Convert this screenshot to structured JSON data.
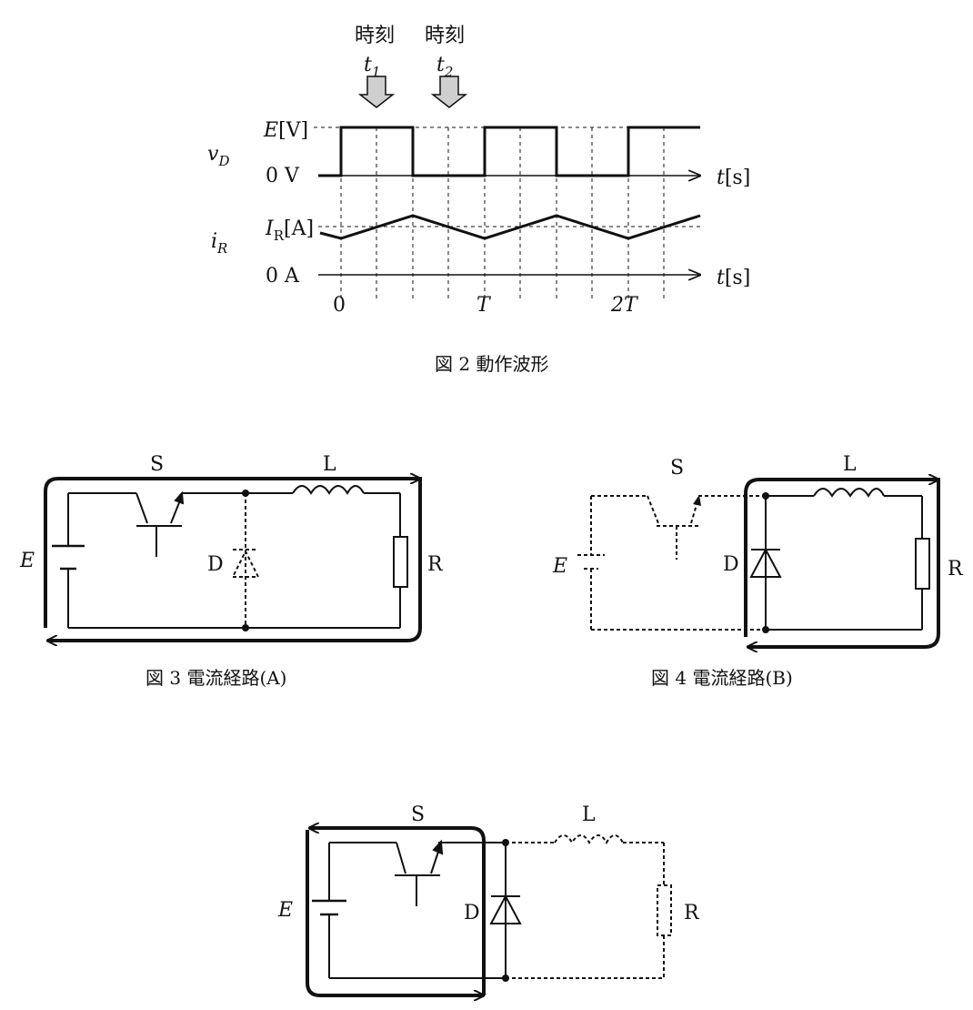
{
  "fig2": {
    "marker1": {
      "label": "時刻",
      "var": "t",
      "sub": "1"
    },
    "marker2": {
      "label": "時刻",
      "var": "t",
      "sub": "2"
    },
    "vd": {
      "var": "v",
      "sub": "D"
    },
    "ir": {
      "var": "i",
      "sub": "R"
    },
    "e_level": {
      "var": "E",
      "unit": "[V]"
    },
    "zero_v": "0 V",
    "ir_level": {
      "var": "I",
      "sub": "R",
      "unit": "[A]"
    },
    "zero_a": "0 A",
    "t_axis": {
      "var": "t",
      "unit": "[s]"
    },
    "tick_0": "0",
    "tick_T": "T",
    "tick_2T": "2T",
    "caption": "図 2  動作波形"
  },
  "fig3": {
    "label_s": "S",
    "label_l": "L",
    "label_e": "E",
    "label_d": "D",
    "label_r": "R",
    "caption": "図 3  電流経路(A)"
  },
  "fig4": {
    "label_s": "S",
    "label_l": "L",
    "label_e": "E",
    "label_d": "D",
    "label_r": "R",
    "caption": "図 4  電流経路(B)"
  },
  "fig5": {
    "label_s": "S",
    "label_l": "L",
    "label_e": "E",
    "label_d": "D",
    "label_r": "R"
  }
}
